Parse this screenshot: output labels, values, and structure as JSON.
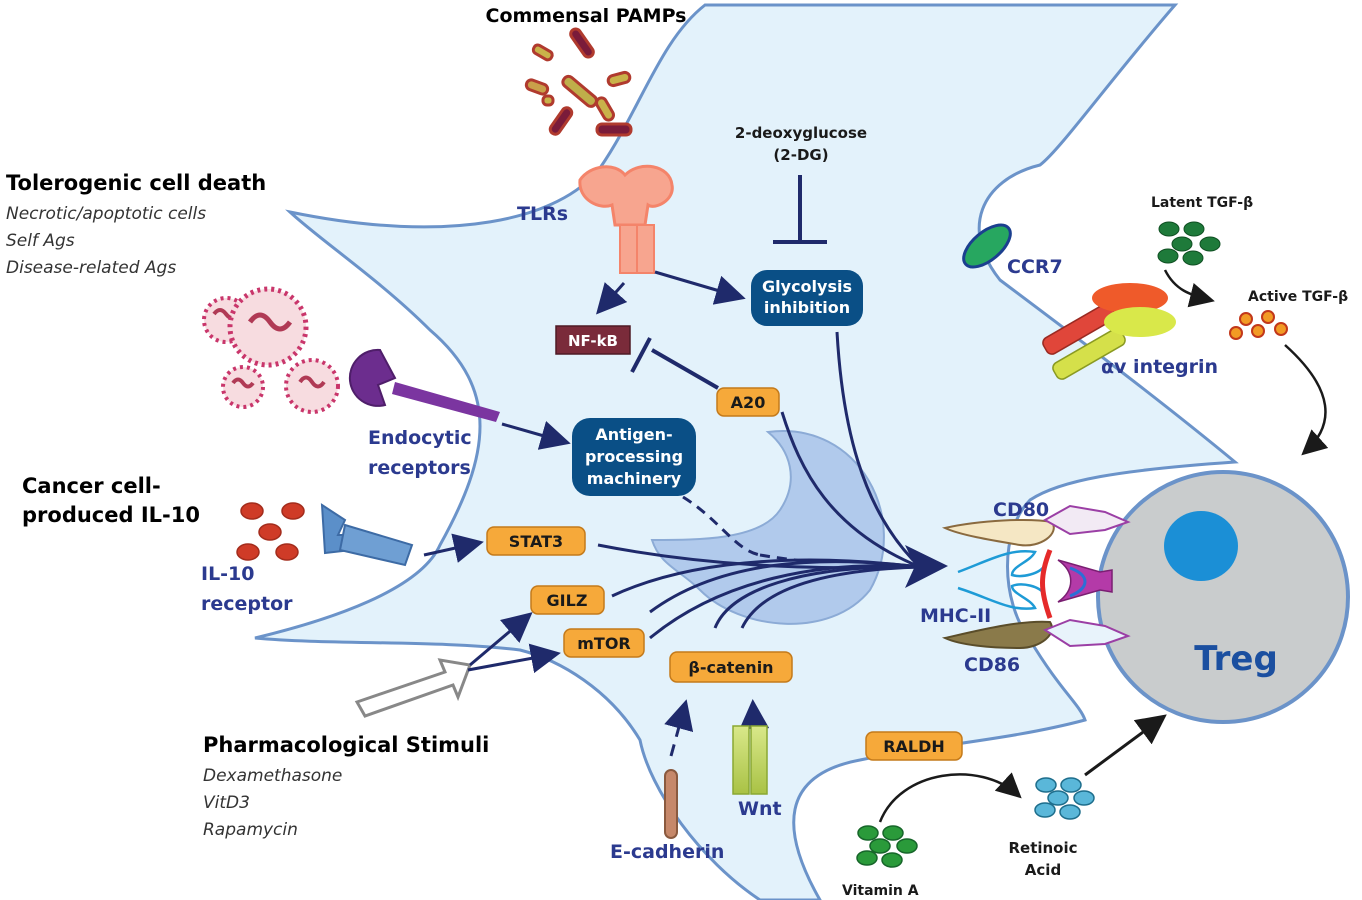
{
  "colors": {
    "cell_fill": "#e3f2fb",
    "cell_stroke": "#6b93c9",
    "arrow_navy": "#1f2a6b",
    "label_blue": "#2b3a8f",
    "orange_box": "#f6a93a",
    "dark_blue_box": "#0a4f86",
    "nfkb_box": "#7a2b3a",
    "treg_fill": "#c9cccd",
    "treg_nucleus": "#1b8fd6"
  },
  "stimuli": {
    "commensal": "Commensal PAMPs",
    "cell_death_title": "Tolerogenic cell death",
    "cell_death_items": [
      "Necrotic/apoptotic cells",
      "Self Ags",
      "Disease-related Ags"
    ],
    "cancer_line1": "Cancer cell-",
    "cancer_line2": "produced IL-10",
    "pharma_title": "Pharmacological Stimuli",
    "pharma_items": [
      "Dexamethasone",
      "VitD3",
      "Rapamycin"
    ],
    "deoxy_line1": "2-deoxyglucose",
    "deoxy_line2": "(2-DG)"
  },
  "receptors": {
    "tlrs": "TLRs",
    "endocytic_line1": "Endocytic",
    "endocytic_line2": "receptors",
    "il10_line1": "IL-10",
    "il10_line2": "receptor",
    "ccr7": "CCR7",
    "integrin": "αv integrin",
    "ecadherin": "E-cadherin",
    "wnt": "Wnt"
  },
  "boxes": {
    "nfkb": "NF-kB",
    "glyco_line1": "Glycolysis",
    "glyco_line2": "inhibition",
    "antigen_line1": "Antigen-",
    "antigen_line2": "processing",
    "antigen_line3": "machinery",
    "a20": "A20",
    "stat3": "STAT3",
    "gilz": "GILZ",
    "mtor": "mTOR",
    "bcatenin": "β-catenin",
    "raldh": "RALDH"
  },
  "molecules": {
    "latent_tgf": "Latent TGF-β",
    "active_tgf": "Active TGF-β",
    "vitamin_a": "Vitamin A",
    "retinoic_line1": "Retinoic",
    "retinoic_line2": "Acid"
  },
  "synapse": {
    "cd80": "CD80",
    "mhc": "MHC-II",
    "cd86": "CD86",
    "treg": "Treg"
  }
}
